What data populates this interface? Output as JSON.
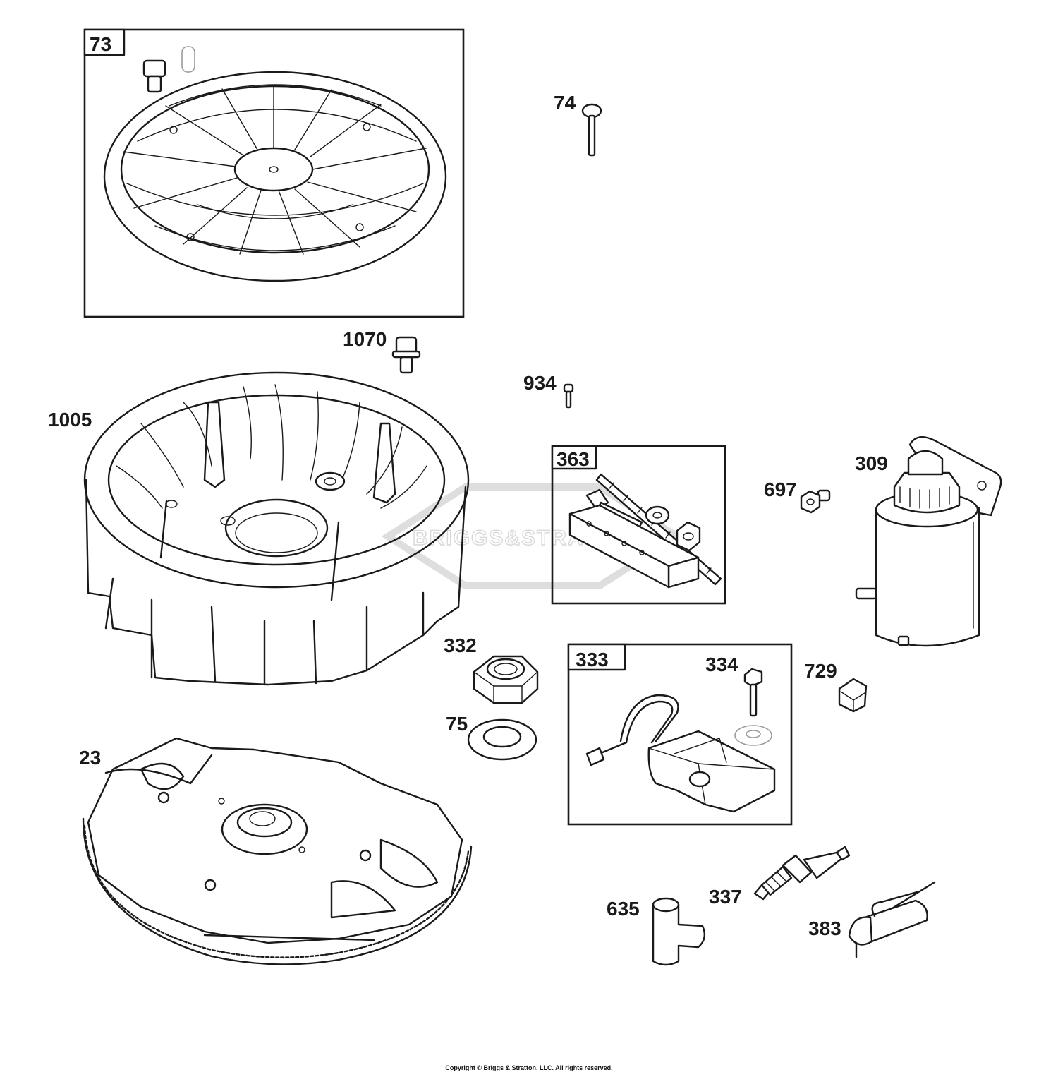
{
  "callouts": {
    "c73": "73",
    "c74": "74",
    "c1070": "1070",
    "c934": "934",
    "c1005": "1005",
    "c363": "363",
    "c309": "309",
    "c697": "697",
    "c332": "332",
    "c333": "333",
    "c334": "334",
    "c729": "729",
    "c75": "75",
    "c23": "23",
    "c635": "635",
    "c337": "337",
    "c383": "383"
  },
  "watermark": "BRIGGS&STRATTON",
  "copyright": "Copyright © Briggs & Stratton, LLC. All rights reserved."
}
